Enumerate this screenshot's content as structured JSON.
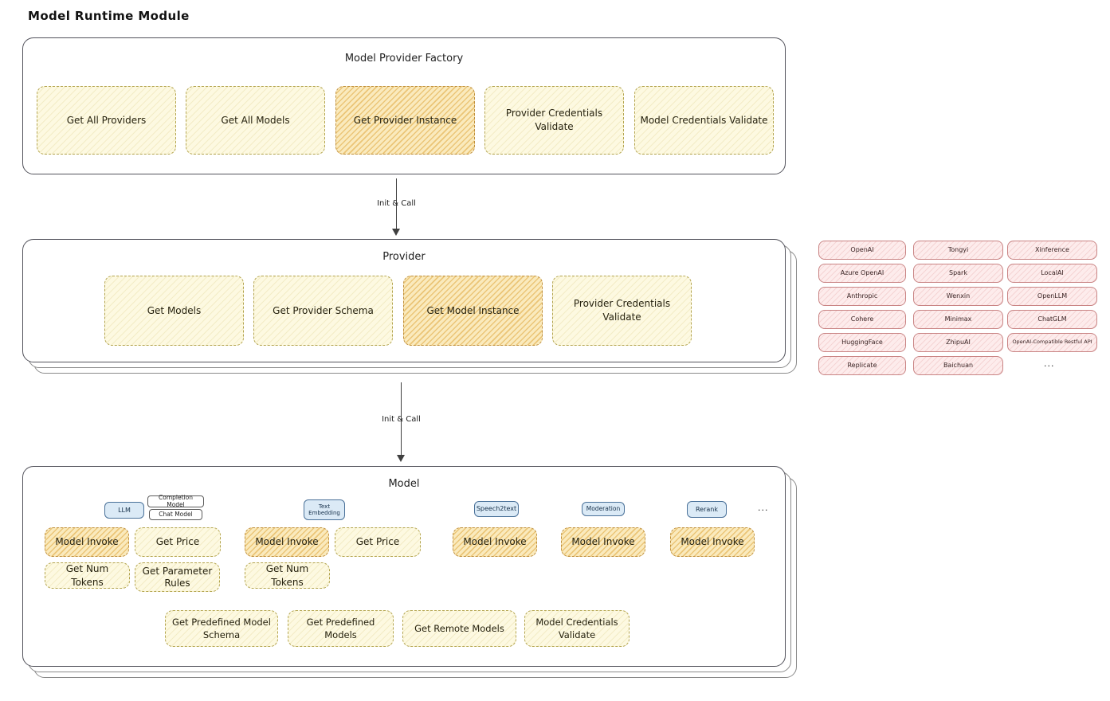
{
  "page": {
    "title": "Model Runtime Module"
  },
  "arrows": {
    "label1": "Init & Call",
    "label2": "Init & Call"
  },
  "factory": {
    "title": "Model Provider Factory",
    "methods": [
      "Get All Providers",
      "Get All Models",
      "Get Provider Instance",
      "Provider Credentials Validate",
      "Model Credentials Validate"
    ]
  },
  "provider": {
    "title": "Provider",
    "methods": [
      "Get Models",
      "Get Provider Schema",
      "Get Model Instance",
      "Provider Credentials Validate"
    ]
  },
  "vendors": {
    "col1": [
      "OpenAI",
      "Azure OpenAI",
      "Anthropic",
      "Cohere",
      "HuggingFace",
      "Replicate"
    ],
    "col2": [
      "Tongyi",
      "Spark",
      "Wenxin",
      "Minimax",
      "ZhipuAI",
      "Baichuan"
    ],
    "col3": [
      "Xinference",
      "LocalAI",
      "OpenLLM",
      "ChatGLM",
      "OpenAI-Compatible Restful API"
    ],
    "more": "..."
  },
  "model": {
    "title": "Model",
    "tags": {
      "llm": "LLM",
      "completion": "Completion Model",
      "chat": "Chat Model",
      "text_embedding": "Text Embedding",
      "speech2text": "Speech2text",
      "moderation": "Moderation",
      "rerank": "Rerank",
      "more": "..."
    },
    "methods": {
      "model_invoke": "Model Invoke",
      "get_price": "Get Price",
      "get_num_tokens": "Get Num Tokens",
      "get_parameter_rules": "Get Parameter Rules",
      "get_predefined_model_schema": "Get Predefined Model Schema",
      "get_predefined_models": "Get Predefined Models",
      "get_remote_models": "Get Remote Models",
      "model_credentials_validate": "Model Credentials Validate"
    }
  }
}
